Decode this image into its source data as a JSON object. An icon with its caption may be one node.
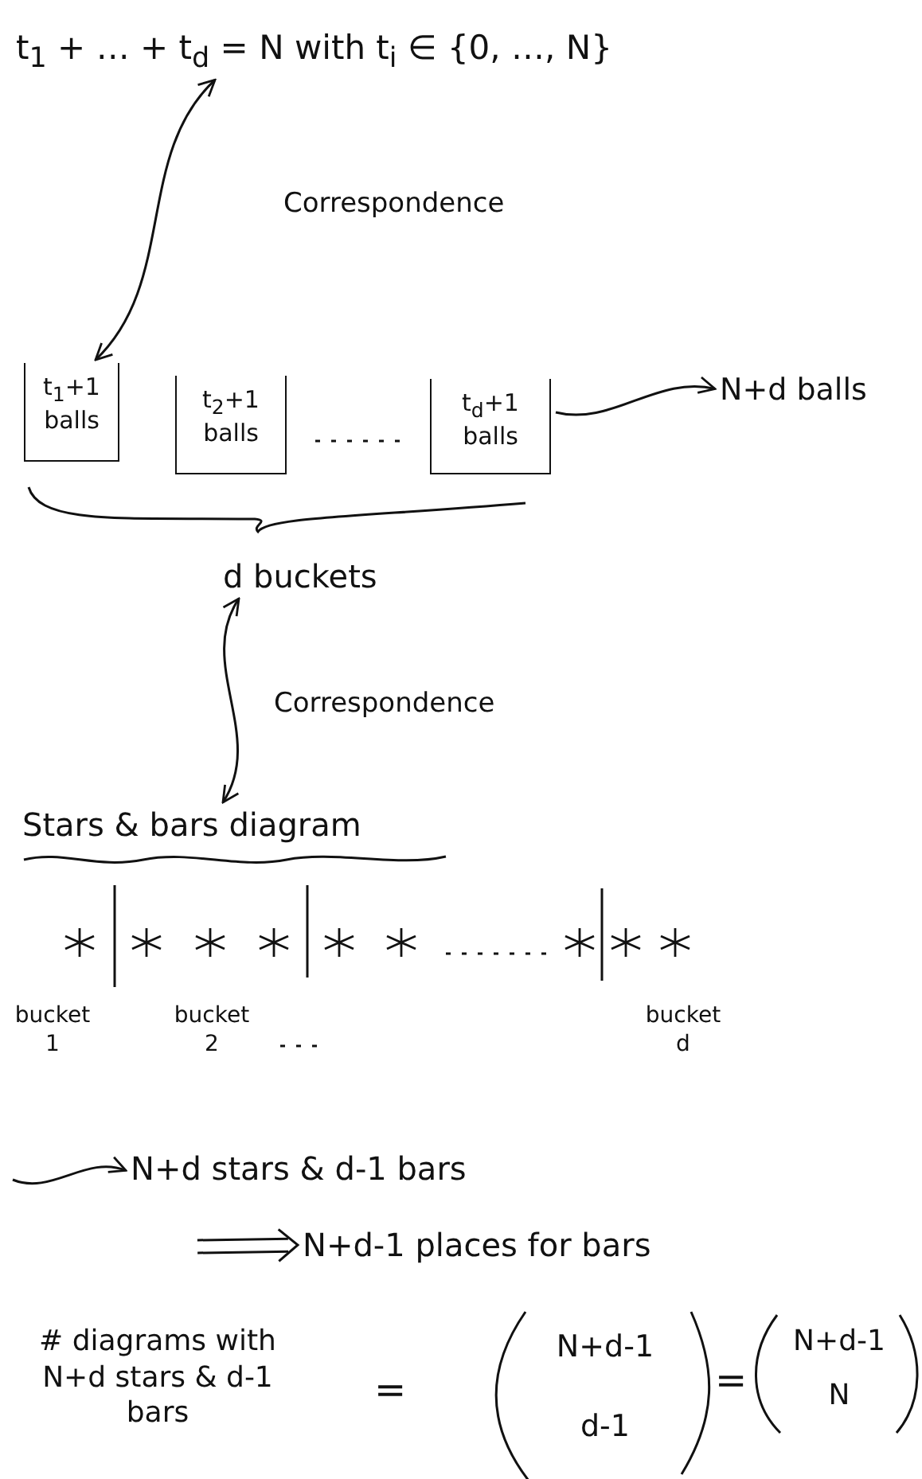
{
  "diagram": {
    "nodes": [
      {
        "text": [
          "t$_{1}$ + … + t$_{d}$ = N    with  t$_{i}$ ∈ {0, …, N}"
        ]
      },
      {
        "text": [
          "t$_{1}$+1 balls"
        ]
      },
      {
        "text": [
          "t$_{2}$+1 balls"
        ]
      },
      {
        "text": [
          "t$_{d}$+1 balls"
        ]
      },
      {
        "text": [
          "N+d balls"
        ]
      },
      {
        "text": [
          "d buckets"
        ]
      },
      {
        "text": [
          "Stars & bars diagram"
        ]
      },
      {
        "text": [
          "N+d stars & d-1 bars"
        ]
      },
      {
        "text": [
          "N+d-1 places for bars"
        ]
      }
    ],
    "edges": [
      {
        "from": 0,
        "to": 1,
        "arrow": "both",
        "label": "Correspondence"
      },
      {
        "from": 3,
        "to": 4,
        "arrow": "to"
      },
      {
        "from": 5,
        "to": 6,
        "arrow": "both",
        "label": "Correspondence"
      },
      {
        "from": null,
        "to": 7,
        "arrow": "to"
      },
      {
        "from": null,
        "to": 8,
        "arrow": "to"
      }
    ],
    "labels": [
      "bucket 1",
      "bucket 2",
      "bucket d",
      "# diagrams with N+d stars & d-1 bars",
      "=",
      "N+d-1",
      "d-1",
      "=",
      "N+d-1",
      "N"
    ]
  }
}
